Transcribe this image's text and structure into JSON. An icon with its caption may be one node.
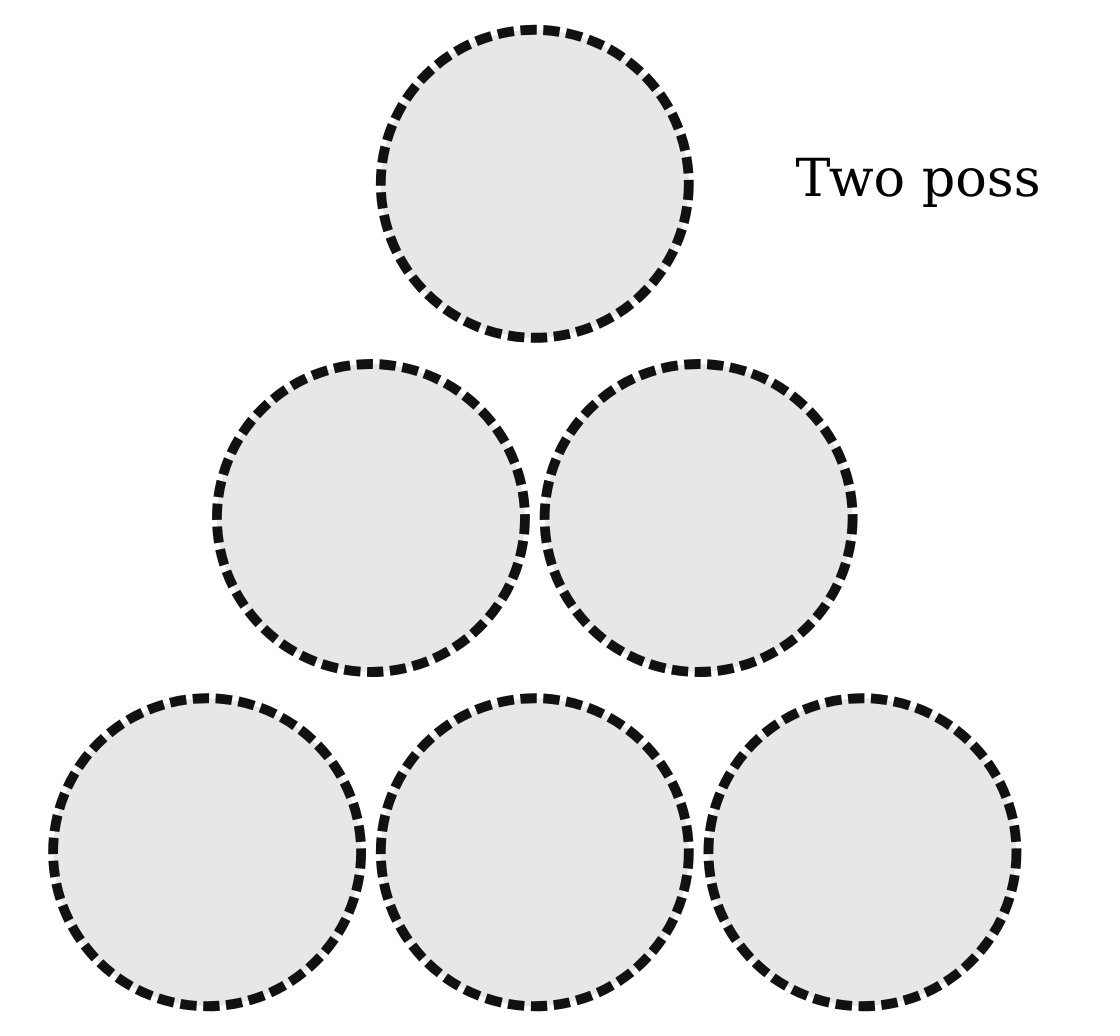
{
  "diagram": {
    "nodes": [
      {
        "text": [],
        "shape": "circle"
      },
      {
        "text": [],
        "shape": "circle"
      },
      {
        "text": [],
        "shape": "circle"
      },
      {
        "text": [],
        "shape": "circle"
      },
      {
        "text": [],
        "shape": "circle"
      },
      {
        "text": [],
        "shape": "circle"
      }
    ],
    "labels": [
      "Two poss"
    ]
  }
}
